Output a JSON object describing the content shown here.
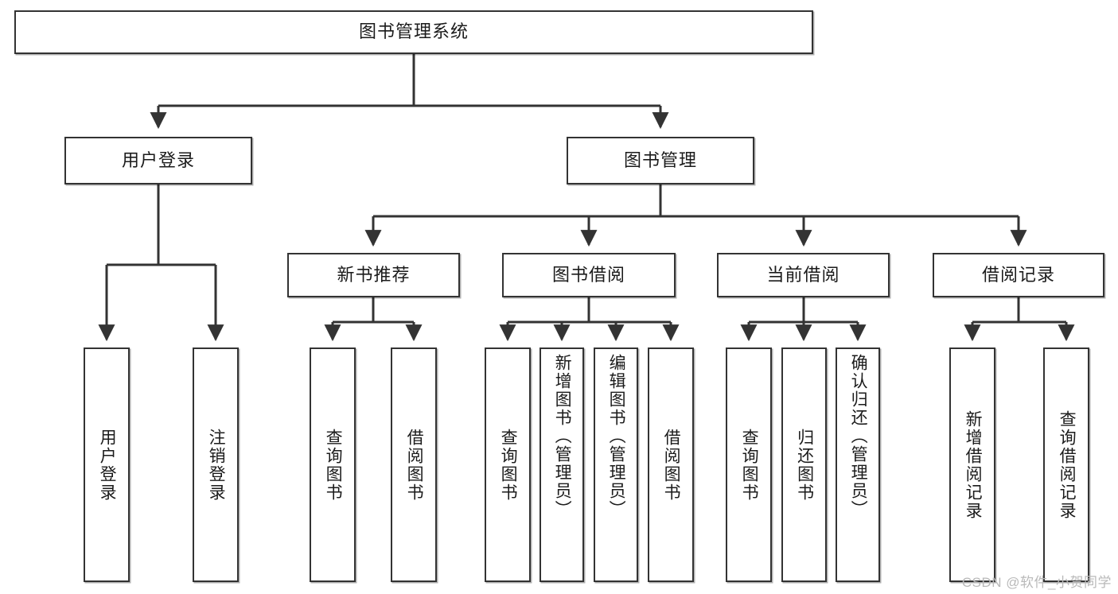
{
  "diagram": {
    "type": "tree-hierarchy",
    "title_node": "图书管理系统",
    "watermark": "CSDN @软件_小贺同学",
    "colors": {
      "box_border": "#333333",
      "box_fill": "#ffffff",
      "connector": "#333333",
      "text": "#1b1b1b",
      "watermark": "#b9b9b9",
      "background": "#ffffff"
    },
    "levels": {
      "root": "图书管理系统",
      "level2": [
        "用户登录",
        "图书管理"
      ],
      "level3": [
        "新书推荐",
        "图书借阅",
        "当前借阅",
        "借阅记录"
      ]
    },
    "nodes": {
      "root": {
        "label": "图书管理系统"
      },
      "user_login": {
        "label": "用户登录"
      },
      "book_manage": {
        "label": "图书管理"
      },
      "new_book_rec": {
        "label": "新书推荐"
      },
      "book_borrow": {
        "label": "图书借阅"
      },
      "current_borrow": {
        "label": "当前借阅"
      },
      "borrow_record": {
        "label": "借阅记录"
      }
    },
    "leaves": {
      "user_login": [
        {
          "label": "用户登录"
        },
        {
          "label": "注销登录"
        }
      ],
      "new_book_rec": [
        {
          "label": "查询图书"
        },
        {
          "label": "借阅图书"
        }
      ],
      "book_borrow": [
        {
          "label": "查询图书"
        },
        {
          "label": "新增图书（管理员）"
        },
        {
          "label": "编辑图书（管理员）"
        },
        {
          "label": "借阅图书"
        }
      ],
      "current_borrow": [
        {
          "label": "查询图书"
        },
        {
          "label": "归还图书"
        },
        {
          "label": "确认归还（管理员）"
        }
      ],
      "borrow_record": [
        {
          "label": "新增借阅记录"
        },
        {
          "label": "查询借阅记录"
        }
      ]
    }
  }
}
